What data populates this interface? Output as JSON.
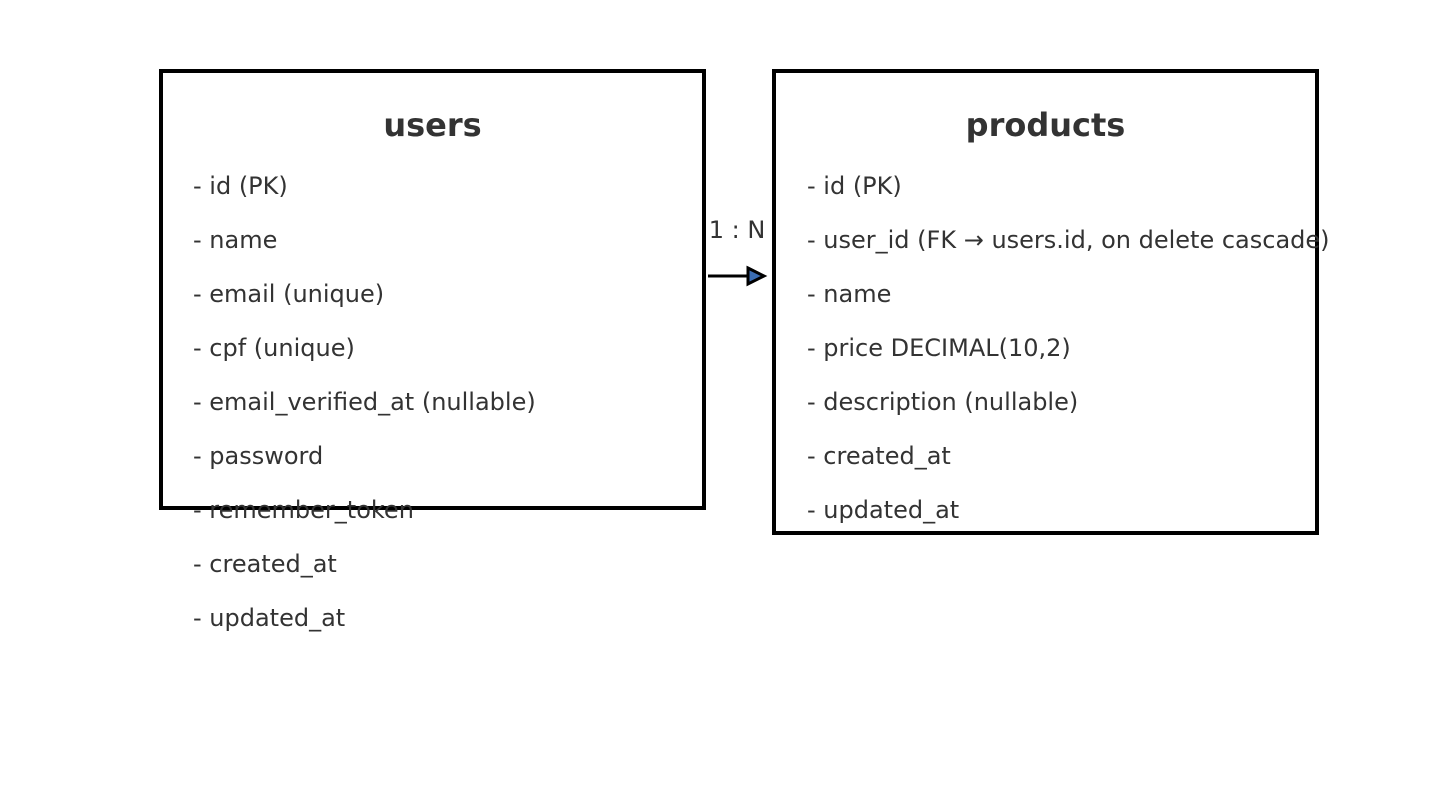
{
  "entities": {
    "users": {
      "title": "users",
      "fields": [
        "- id (PK)",
        "- name",
        "- email (unique)",
        "- cpf (unique)",
        "- email_verified_at (nullable)",
        "- password",
        "- remember_token",
        "- created_at",
        "- updated_at"
      ]
    },
    "products": {
      "title": "products",
      "fields": [
        "- id (PK)",
        "- user_id (FK → users.id, on delete cascade)",
        "- name",
        "- price DECIMAL(10,2)",
        "- description (nullable)",
        "- created_at",
        "- updated_at"
      ]
    }
  },
  "relation": {
    "label": "1 : N",
    "line_color": "#000000",
    "head_color": "#3b6db3"
  },
  "colors": {
    "border": "#000000",
    "text": "#333333"
  }
}
